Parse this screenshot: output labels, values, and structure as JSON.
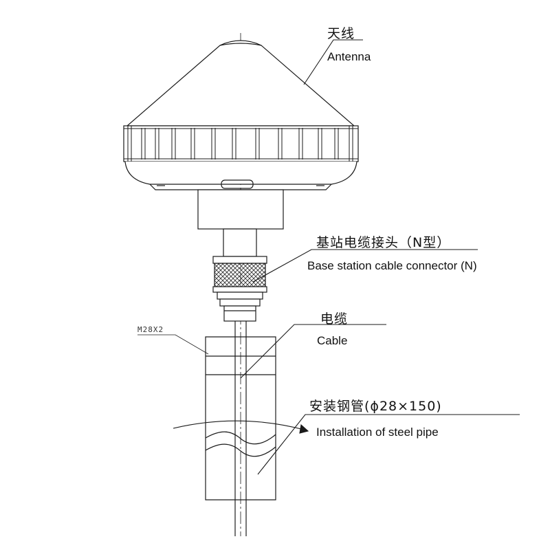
{
  "labels": {
    "antenna_cn": "天线",
    "antenna_en": "Antenna",
    "connector_cn": "基站电缆接头（N型）",
    "connector_en": "Base station cable connector (N)",
    "cable_cn": "电缆",
    "cable_en": "Cable",
    "pipe_cn": "安装钢管(ϕ28×150)",
    "pipe_en": "Installation of steel pipe",
    "thread_spec": "M28X2"
  },
  "colors": {
    "line": "#1a1a1a",
    "knurl": "#444444",
    "background": "#ffffff"
  }
}
